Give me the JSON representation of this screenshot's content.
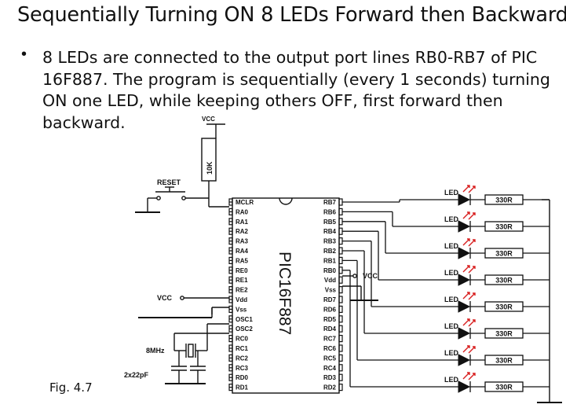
{
  "slide": {
    "title": "Sequentially Turning ON 8 LEDs Forward then Backward",
    "bullet_lines": [
      "8 LEDs are connected to the output port lines RB0-RB7 of PIC",
      "16F887. The program is sequentially (every 1 seconds) turning",
      "ON one LED, while keeping others OFF, first forward then",
      "backward."
    ],
    "figure_label": "Fig. 4.7"
  },
  "schematic": {
    "chip_name": "PIC16F887",
    "left_pins": [
      "MCLR",
      "RA0",
      "RA1",
      "RA2",
      "RA3",
      "RA4",
      "RA5",
      "RE0",
      "RE1",
      "RE2",
      "Vdd",
      "Vss",
      "OSC1",
      "OSC2",
      "RC0",
      "RC1",
      "RC2",
      "RC3",
      "RD0",
      "RD1"
    ],
    "right_pins": [
      "RB7",
      "RB6",
      "RB5",
      "RB4",
      "RB3",
      "RB2",
      "RB1",
      "RB0",
      "Vdd",
      "Vss",
      "RD7",
      "RD6",
      "RD5",
      "RD4",
      "RC7",
      "RC6",
      "RC5",
      "RC4",
      "RD3",
      "RD2"
    ],
    "reset_label": "RESET",
    "pullup_resistor": "10K",
    "vcc_top": "VCC",
    "vcc_left": "VCC",
    "vcc_right": "VCC",
    "crystal_label": "8MHz",
    "cap_label": "2x22pF",
    "led_label": "LED",
    "led_resistor": "330R",
    "led_count": 8,
    "led_color": "#d81e1e"
  }
}
